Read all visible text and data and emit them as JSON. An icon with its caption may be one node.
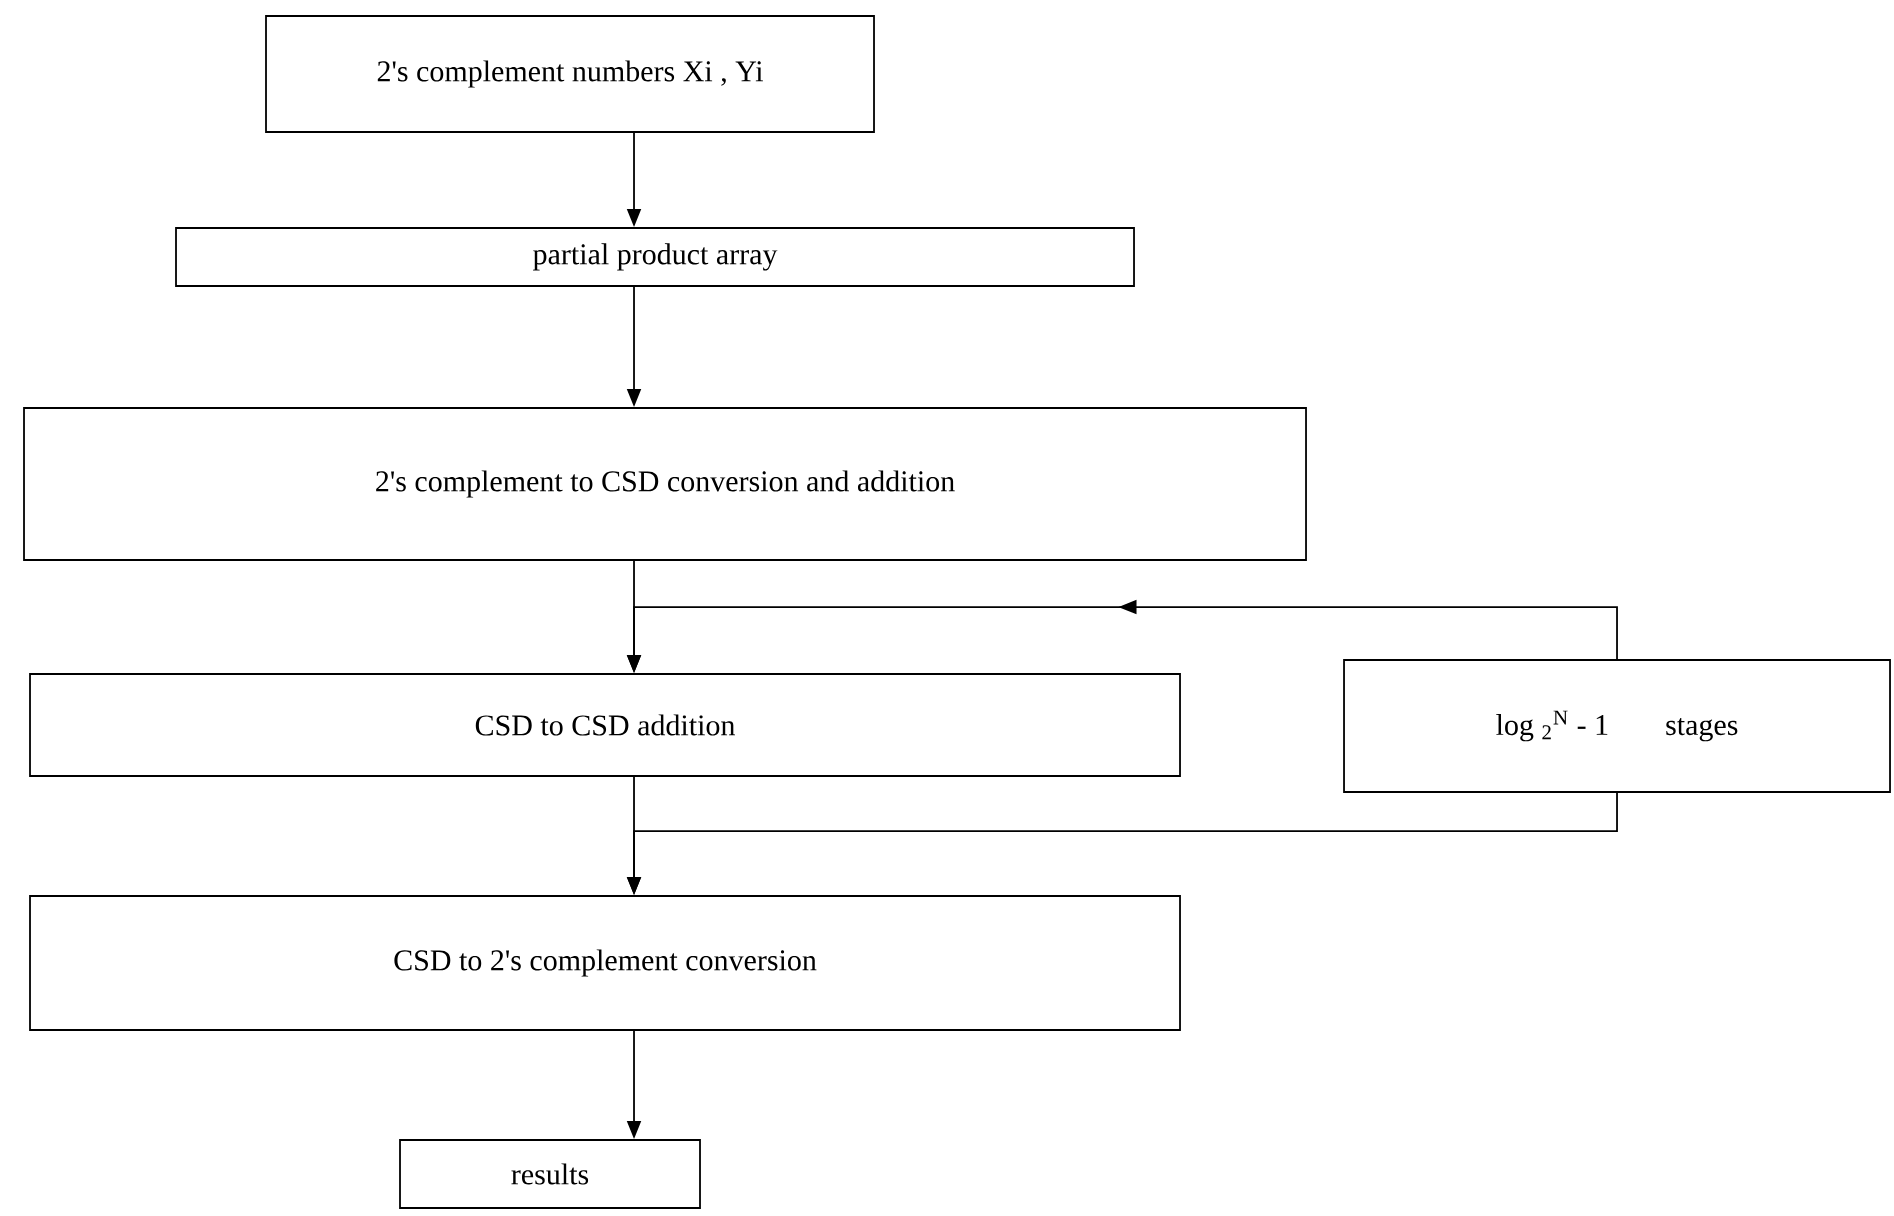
{
  "diagram": {
    "nodes": [
      {
        "text": [
          "2's complement numbers Xi , Yi"
        ]
      },
      {
        "text": [
          "partial product array"
        ]
      },
      {
        "text": [
          "2's complement to CSD conversion and addition"
        ]
      },
      {
        "text": [
          "CSD to CSD addition"
        ]
      },
      {
        "text": [
          "log $_{2}$$^{N}$ - 1",
          "stages"
        ]
      },
      {
        "text": [
          "CSD to 2's complement conversion"
        ]
      },
      {
        "text": [
          "results"
        ]
      }
    ],
    "edges": [
      {
        "from": 0,
        "to": 1,
        "arrow": "to"
      },
      {
        "from": 1,
        "to": 2,
        "arrow": "to"
      },
      {
        "from": 2,
        "to": 3,
        "arrow": "to"
      },
      {
        "from": 4,
        "to": 3,
        "arrow": "to"
      },
      {
        "from": 3,
        "to": 5,
        "arrow": "to"
      },
      {
        "from": 4,
        "to": 5,
        "arrow": "to"
      },
      {
        "from": 5,
        "to": 6,
        "arrow": "to"
      }
    ]
  }
}
